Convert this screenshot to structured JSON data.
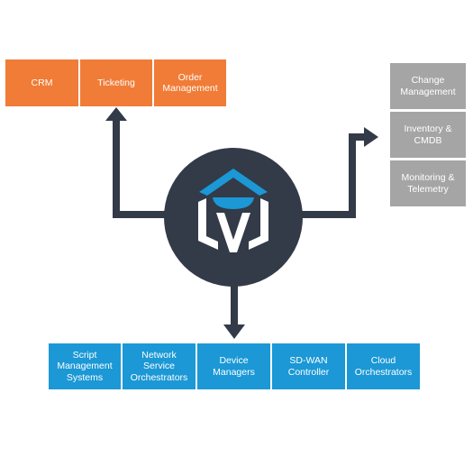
{
  "orange_group": {
    "color": "#f07c37",
    "items": [
      {
        "label": "CRM"
      },
      {
        "label": "Ticketing"
      },
      {
        "label": "Order\nManagement"
      }
    ]
  },
  "gray_group": {
    "color": "#a5a5a5",
    "items": [
      {
        "label": "Change\nManagement"
      },
      {
        "label": "Inventory &\nCMDB"
      },
      {
        "label": "Monitoring &\nTelemetry"
      }
    ]
  },
  "blue_group": {
    "color": "#1b98d5",
    "items": [
      {
        "label": "Script\nManagement\nSystems"
      },
      {
        "label": "Network\nService\nOrchestrators"
      },
      {
        "label": "Device\nManagers"
      },
      {
        "label": "SD-WAN\nController"
      },
      {
        "label": "Cloud\nOrchestrators"
      }
    ]
  },
  "hub": {
    "fill": "#333a48",
    "logo_accent": "#1b98d5",
    "logo_main": "#ffffff",
    "icon": "platform-logo-icon"
  },
  "connector_color": "#333a48"
}
